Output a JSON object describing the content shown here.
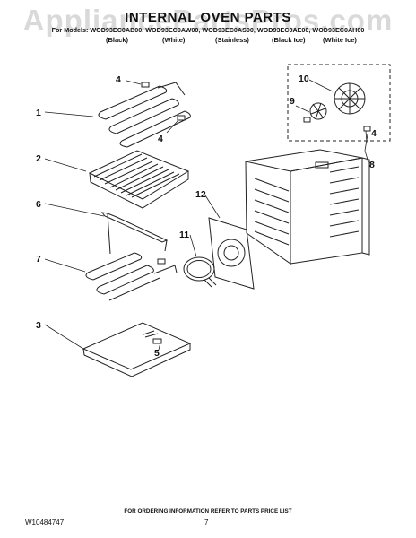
{
  "watermark": "AppliancePartsPros.com",
  "header": {
    "title": "INTERNAL OVEN PARTS",
    "models": "For Models: WOD93EC0AB00, WOD93EC0AW00, WOD93EC0AS00, WOD93EC0AE00, WOD93EC0AH00",
    "finishes": [
      "(Black)",
      "(White)",
      "(Stainless)",
      "(Black Ice)",
      "(White Ice)"
    ]
  },
  "callouts": {
    "c1": "1",
    "c2": "2",
    "c3": "3",
    "c4a": "4",
    "c4b": "4",
    "c4c": "4",
    "c5": "5",
    "c6": "6",
    "c7": "7",
    "c8": "8",
    "c9": "9",
    "c10": "10",
    "c11": "11",
    "c12": "12"
  },
  "footer": {
    "note": "FOR ORDERING INFORMATION REFER TO PARTS PRICE LIST",
    "doc_number": "W10484747",
    "page_number": "7"
  }
}
